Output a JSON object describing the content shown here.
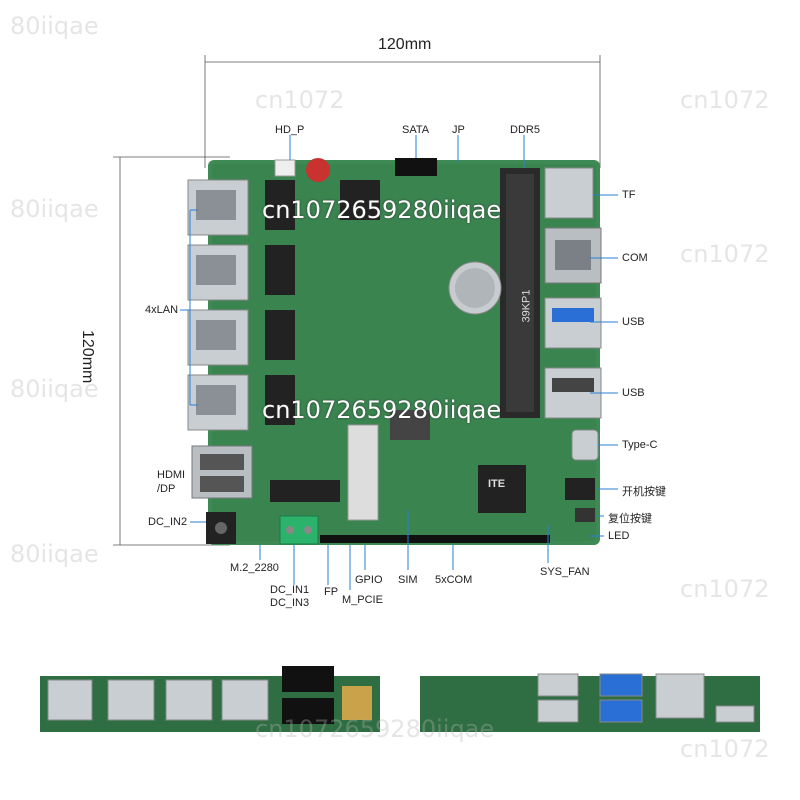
{
  "dimensions": {
    "width_label": "120mm",
    "height_label": "120mm"
  },
  "labels": {
    "hd_p": "HD_P",
    "sata": "SATA",
    "jp": "JP",
    "ddr5": "DDR5",
    "tf": "TF",
    "com": "COM",
    "usb_top": "USB",
    "usb_bottom": "USB",
    "type_c": "Type-C",
    "power_button": "开机按键",
    "reset_button": "复位按键",
    "led": "LED",
    "lan": "4xLAN",
    "hdmi_dp": "HDMI\n/DP",
    "dc_in2": "DC_IN2",
    "m2": "M.2_2280",
    "dc_in1": "DC_IN1",
    "dc_in3": "DC_IN3",
    "fp": "FP",
    "gpio": "GPIO",
    "m_pcie": "M_PCIE",
    "sim": "SIM",
    "com5": "5xCOM",
    "sys_fan": "SYS_FAN"
  },
  "board_text": {
    "chip": "ITE",
    "slot": "39KP1"
  },
  "watermarks": [
    "cn1072659280iiqae",
    "cn1072659280iiqae",
    "80iiqae",
    "cn1072",
    "cn1072",
    "80iiqae",
    "cn1072",
    "80iiqae",
    "80iiqae",
    "cn1072",
    "cn1072659280iiqae",
    "cn1072"
  ],
  "colors": {
    "pcb": "#3e8a55",
    "pcb_dark": "#2f6e43",
    "metal": "#c9ced2",
    "usb_blue": "#2a6fd6"
  }
}
